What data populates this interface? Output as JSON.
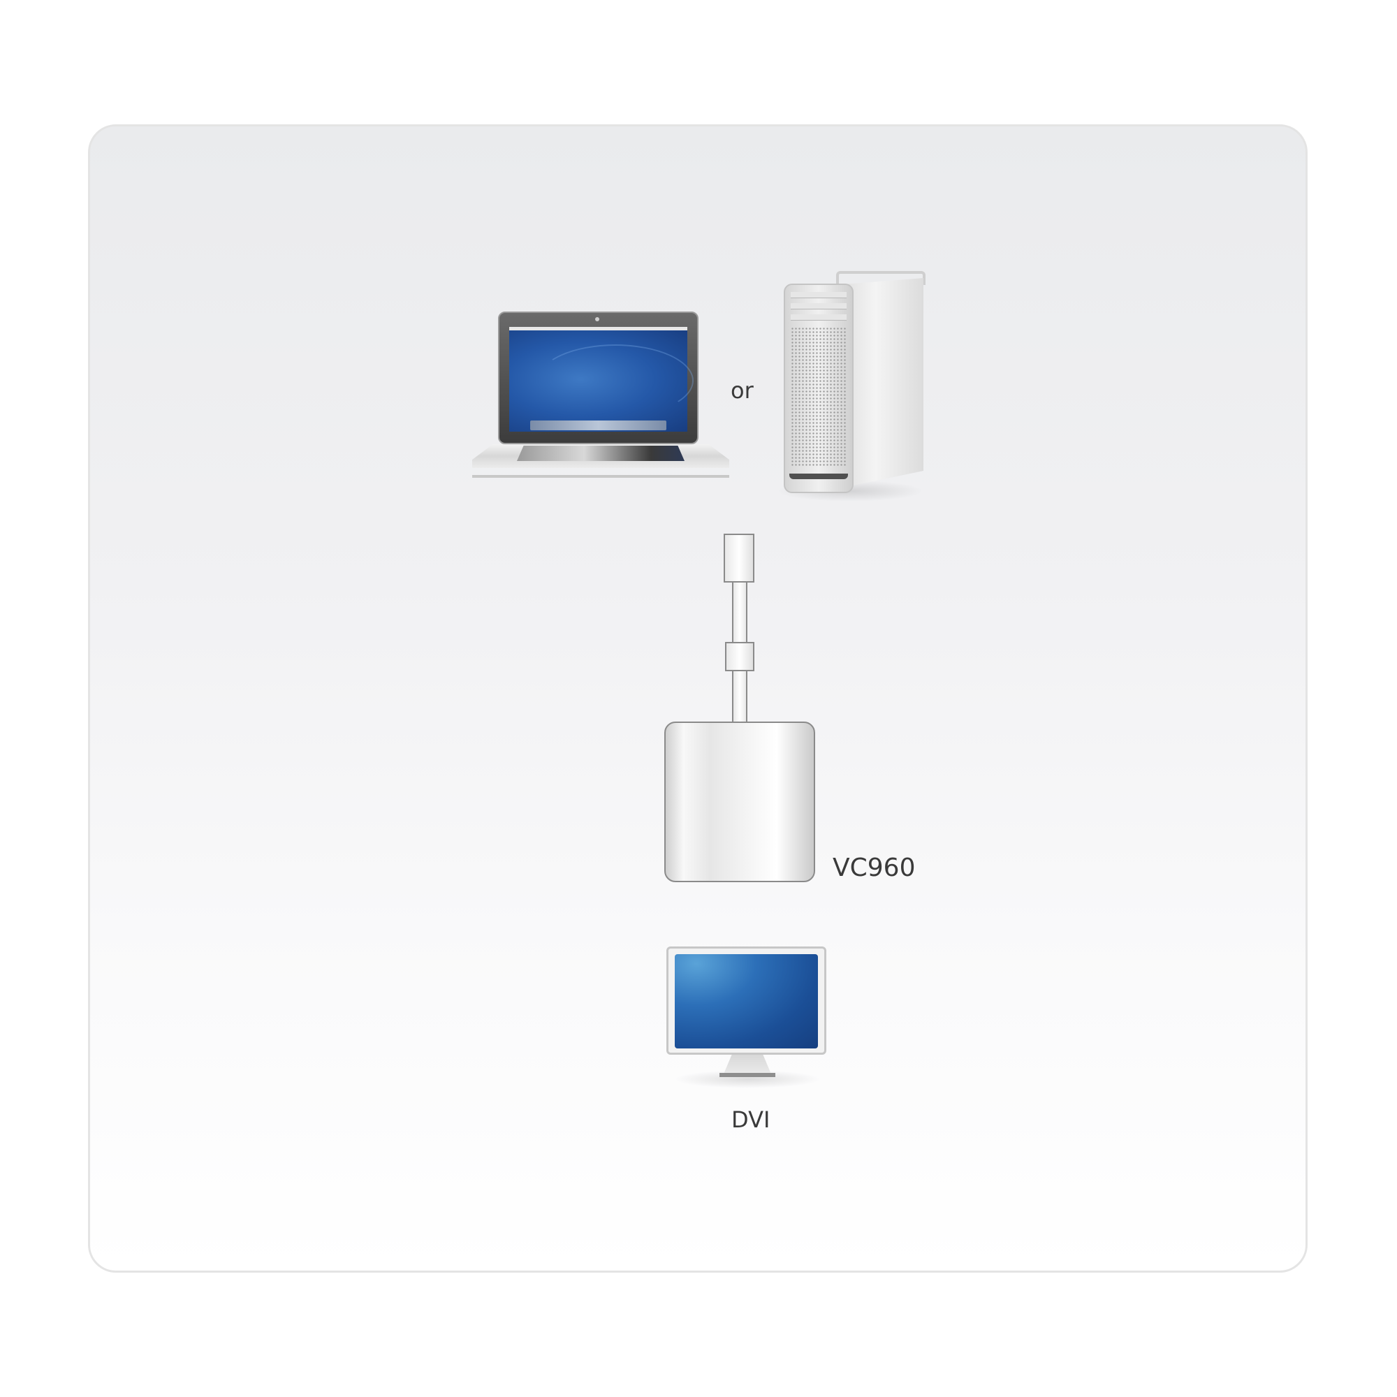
{
  "diagram": {
    "sources": [
      {
        "id": "laptop",
        "kind": "laptop-computer"
      },
      {
        "id": "desktop",
        "kind": "tower-computer"
      }
    ],
    "or_label": "or",
    "adapter_label": "VC960",
    "display_label": "DVI",
    "connections": [
      {
        "from": "laptop/desktop",
        "to": "VC960",
        "via": "cable"
      },
      {
        "from": "VC960",
        "to": "DVI display"
      }
    ],
    "colors": {
      "panel_top": "#eaebed",
      "panel_bottom": "#ffffff",
      "panel_border": "#e4e4e4",
      "label_text": "#3a3a3a",
      "screen_blue": "#2458a8"
    }
  }
}
